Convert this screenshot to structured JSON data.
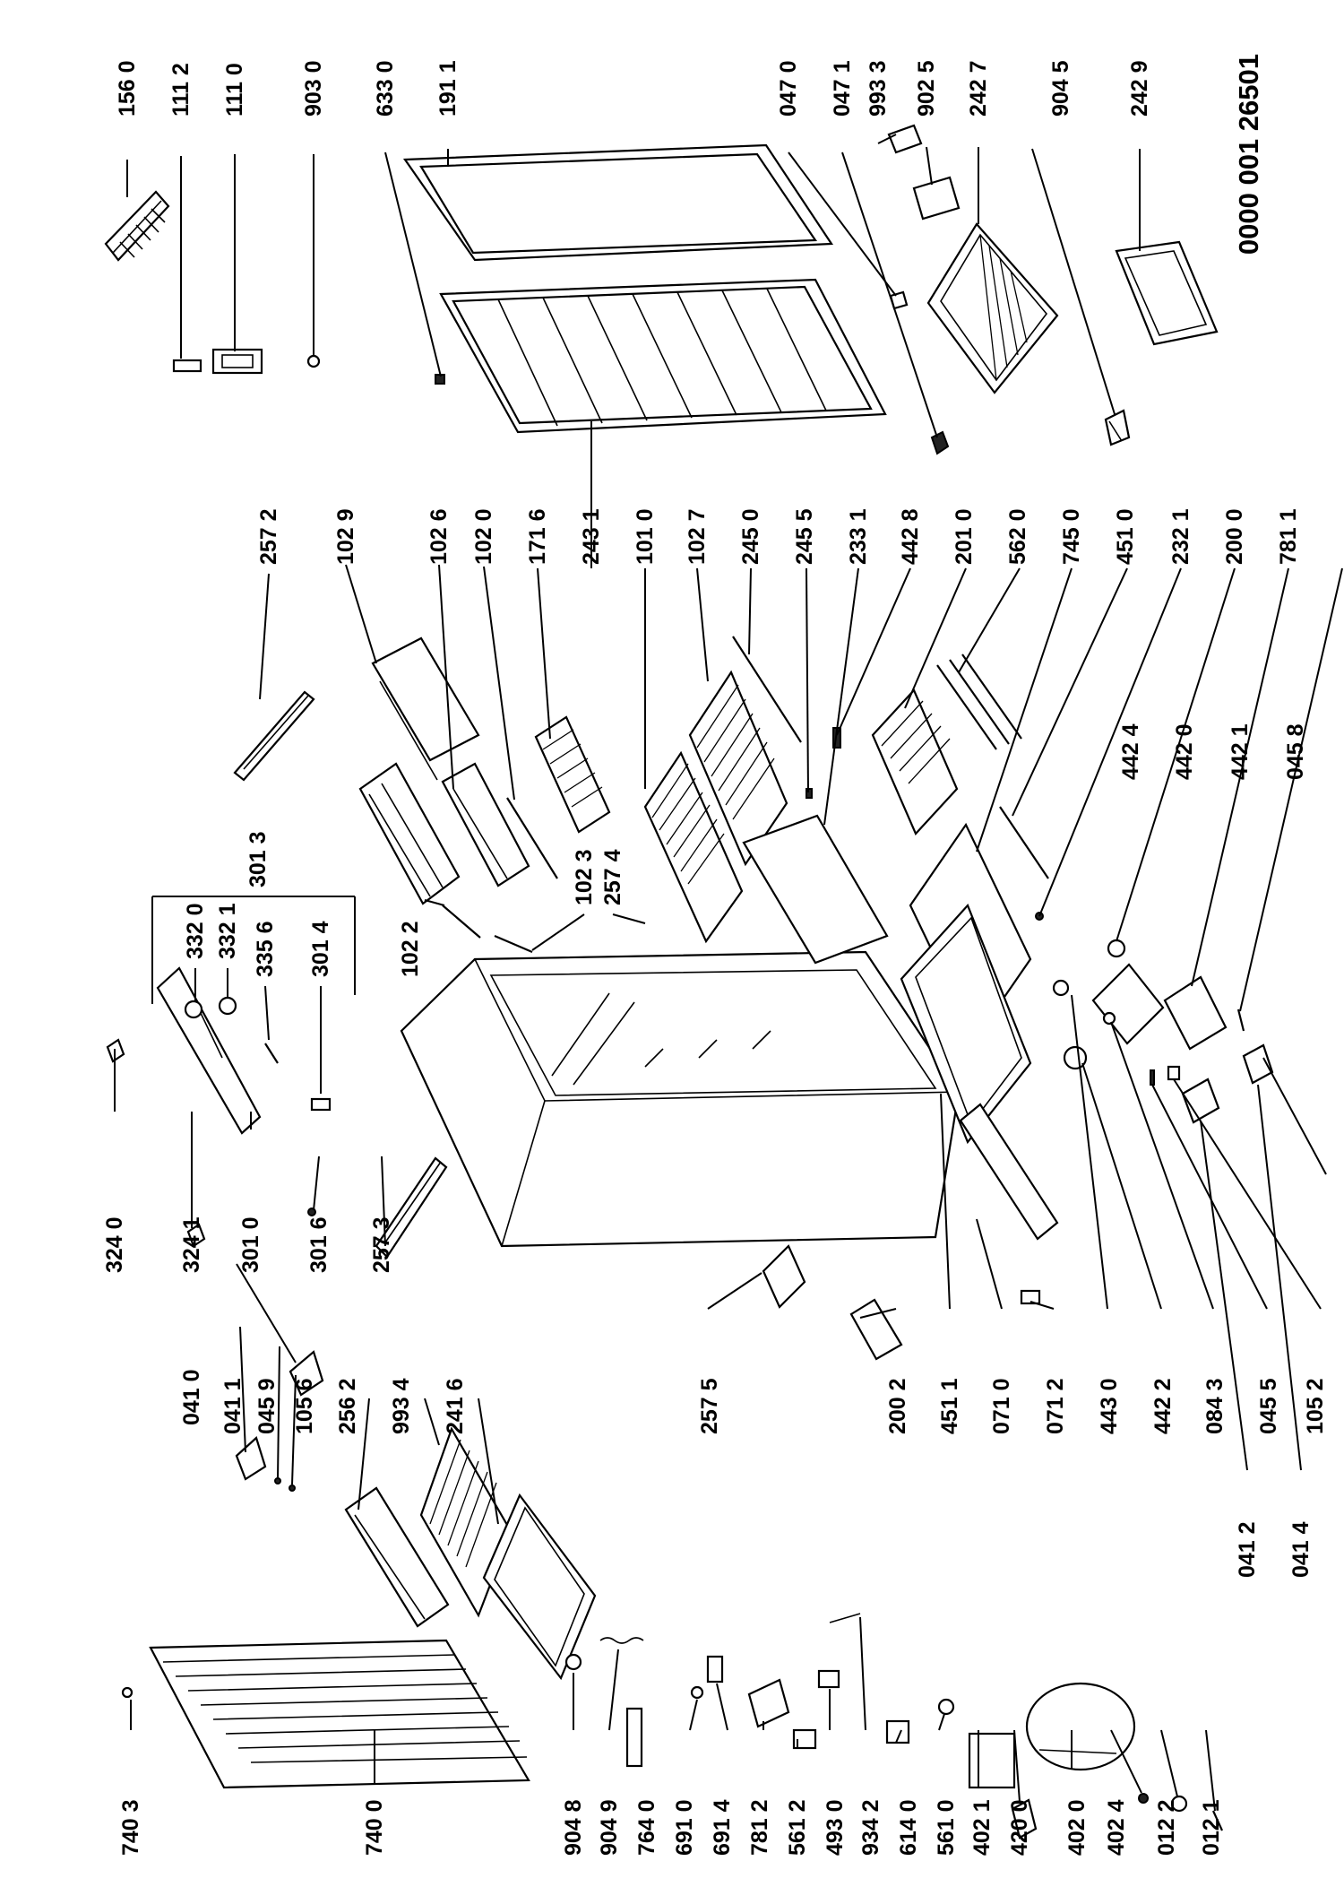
{
  "document_number": "0000 001 26501",
  "callouts": {
    "top_row": [
      "156 0",
      "111 2",
      "111 0",
      "903 0",
      "633 0",
      "191 1",
      "047 0",
      "047 1",
      "993 3",
      "902 5",
      "242 7",
      "904 5",
      "242 9"
    ],
    "upper_middle": [
      "257 2",
      "102 9",
      "102 6",
      "102 0",
      "171 6",
      "243 1",
      "101 0",
      "102 7",
      "245 0",
      "245 5",
      "233 1",
      "442 8",
      "201 0",
      "562 0",
      "745 0",
      "451 0",
      "232 1",
      "200 0",
      "781 1",
      "442 4",
      "442 0",
      "442 1",
      "045 8"
    ],
    "center": [
      "301 3",
      "332 0",
      "332 1",
      "335 6",
      "301 4",
      "102 2",
      "102 3",
      "257 4",
      "324 0",
      "324 1",
      "301 0",
      "301 6",
      "257 3"
    ],
    "lower_middle": [
      "041 0",
      "041 1",
      "045 9",
      "105 6",
      "256 2",
      "993 4",
      "241 6",
      "257 5",
      "200 2",
      "451 1",
      "071 0",
      "071 2",
      "443 0",
      "442 2",
      "084 3",
      "045 5",
      "105 2",
      "041 2",
      "041 4"
    ],
    "bottom_row": [
      "740 3",
      "740 0",
      "904 8",
      "904 9",
      "764 0",
      "691 0",
      "691 4",
      "781 2",
      "561 2",
      "493 0",
      "934 2",
      "614 0",
      "561 0",
      "402 1",
      "420 0",
      "402 0",
      "402 4",
      "012 2",
      "012 1"
    ]
  }
}
